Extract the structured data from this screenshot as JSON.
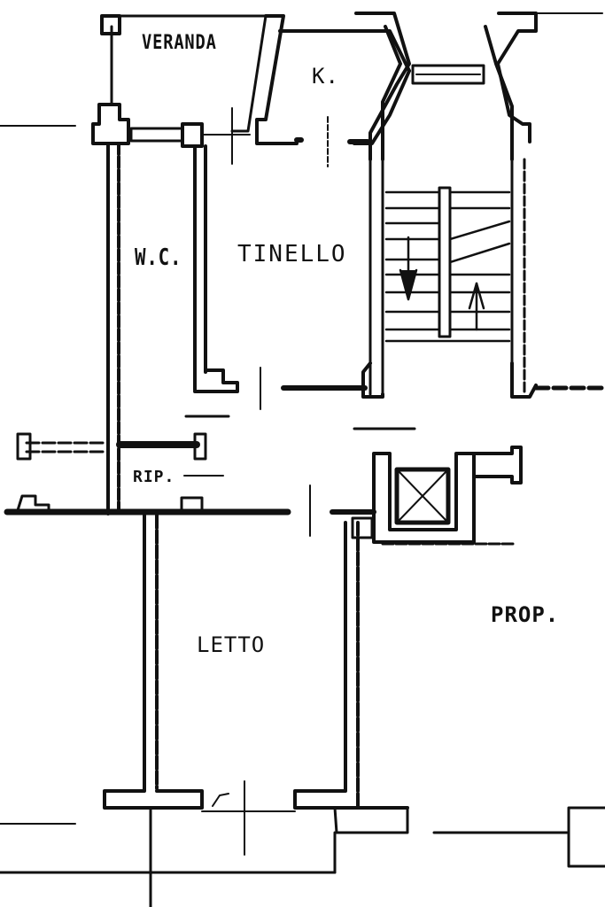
{
  "drawing": {
    "type": "floor-plan",
    "style": "hand-drawn black ink on white",
    "colors": {
      "ink": "#111111",
      "background": "#ffffff"
    }
  },
  "rooms": {
    "veranda": {
      "label": "VERANDA"
    },
    "kitchen": {
      "label": "K."
    },
    "wc": {
      "label": "W.C."
    },
    "tinello": {
      "label": "TINELLO"
    },
    "ripostiglio": {
      "label": "RIP."
    },
    "letto": {
      "label": "LETTO"
    },
    "prop": {
      "label": "PROP."
    }
  },
  "symbols": {
    "stairs_down_arrow": "arrow-down",
    "stairs_up_arrow": "arrow-up",
    "elevator": "x-box"
  }
}
